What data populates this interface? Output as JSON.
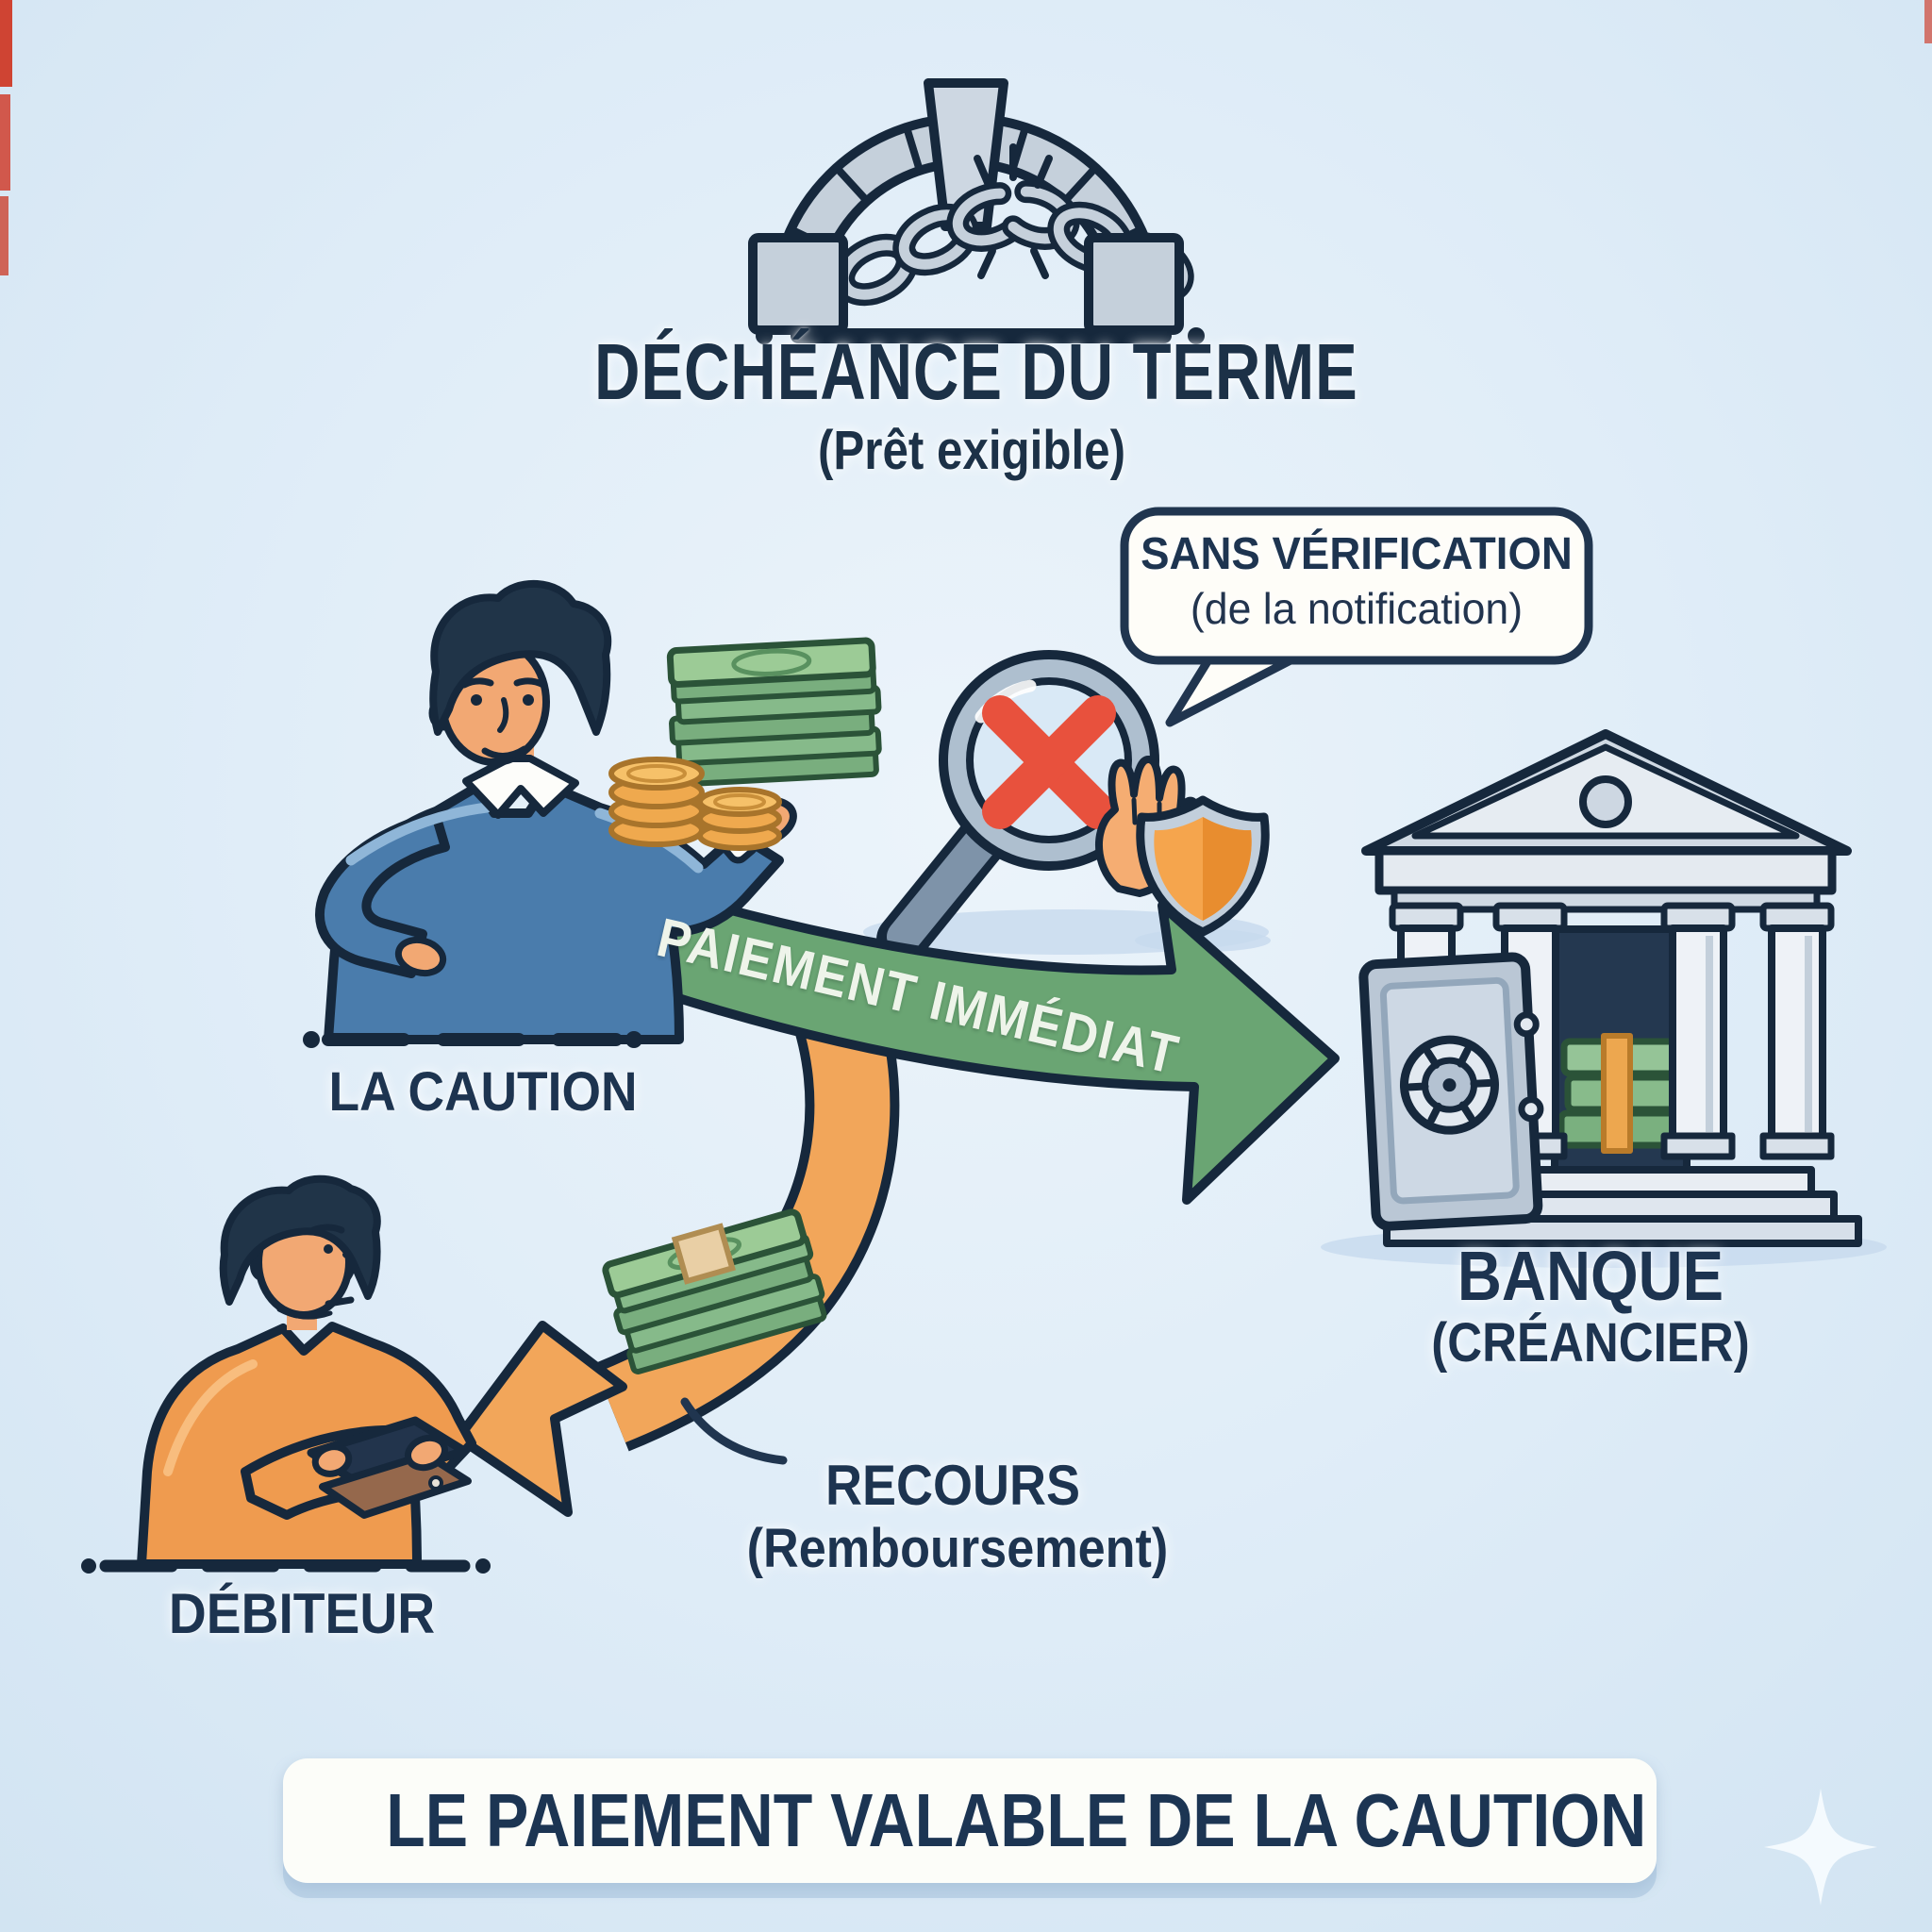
{
  "colors": {
    "background": "#e0edf8",
    "ink": "#16283c",
    "text_navy": "#1d3450",
    "arrow_green": "#6aa573",
    "arrow_orange": "#f2a65a",
    "cross_red": "#e8513d",
    "skin": "#f2a873",
    "sweater_blue": "#4a7cac",
    "shirt_orange": "#ef9b4f",
    "stone_grey": "#c5d0db",
    "money_green": "#8cc08f",
    "coin_gold": "#f0ab50",
    "banner_white": "#fcfdf9"
  },
  "header": {
    "icon": "broken-chain-arch-icon",
    "title": "DÉCHÉANCE DU TERME",
    "subtitle": "(Prêt exigible)"
  },
  "speech_bubble": {
    "line1": "SANS VÉRIFICATION",
    "line2": "(de la notification)"
  },
  "verification": {
    "icons": [
      "magnifier-cross-icon",
      "stop-hand-icon",
      "shield-icon"
    ]
  },
  "actors": {
    "caution": {
      "label": "LA CAUTION",
      "icon": "guarantor-holding-cash-icon"
    },
    "bank": {
      "label": "BANQUE",
      "sublabel": "(CRÉANCIER)",
      "icon": "bank-open-vault-icon"
    },
    "debtor": {
      "label": "DÉBITEUR",
      "icon": "debtor-empty-wallet-icon"
    }
  },
  "flows": {
    "payment": {
      "label": "PAIEMENT IMMÉDIAT",
      "direction": "caution-to-bank"
    },
    "recourse": {
      "label": "RECOURS",
      "sublabel": "(Remboursement)",
      "direction": "caution-to-debtor",
      "icon": "banknotes-bundle-icon"
    }
  },
  "footer": {
    "title": "LE PAIEMENT VALABLE DE LA CAUTION"
  },
  "decorations": {
    "sparkle": "sparkle-icon"
  }
}
